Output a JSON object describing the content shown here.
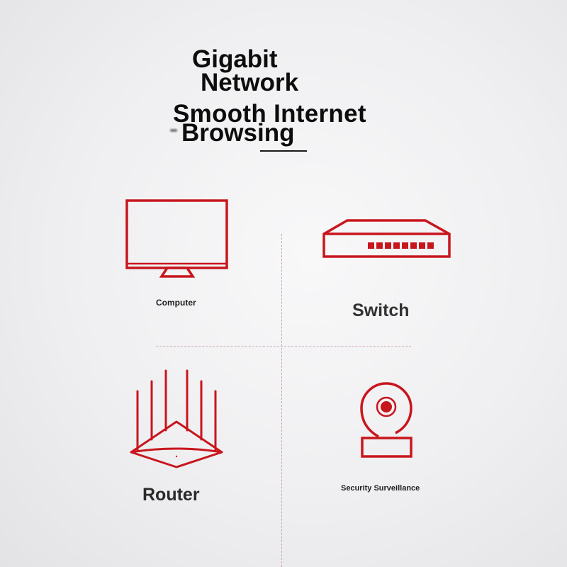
{
  "headline": {
    "line1": "Gigabit",
    "line2": "Network",
    "line3": "Smooth Internet",
    "line4": "Browsing"
  },
  "devices": [
    {
      "label": "Computer",
      "icon": "monitor-icon"
    },
    {
      "label": "Switch",
      "icon": "network-switch-icon"
    },
    {
      "label": "Router",
      "icon": "router-icon"
    },
    {
      "label": "Security Surveillance",
      "icon": "security-camera-icon"
    }
  ],
  "colors": {
    "accent": "#c8161d",
    "text": "#0d0d0d",
    "label": "#2b2b2b",
    "background": "#efeff1"
  }
}
